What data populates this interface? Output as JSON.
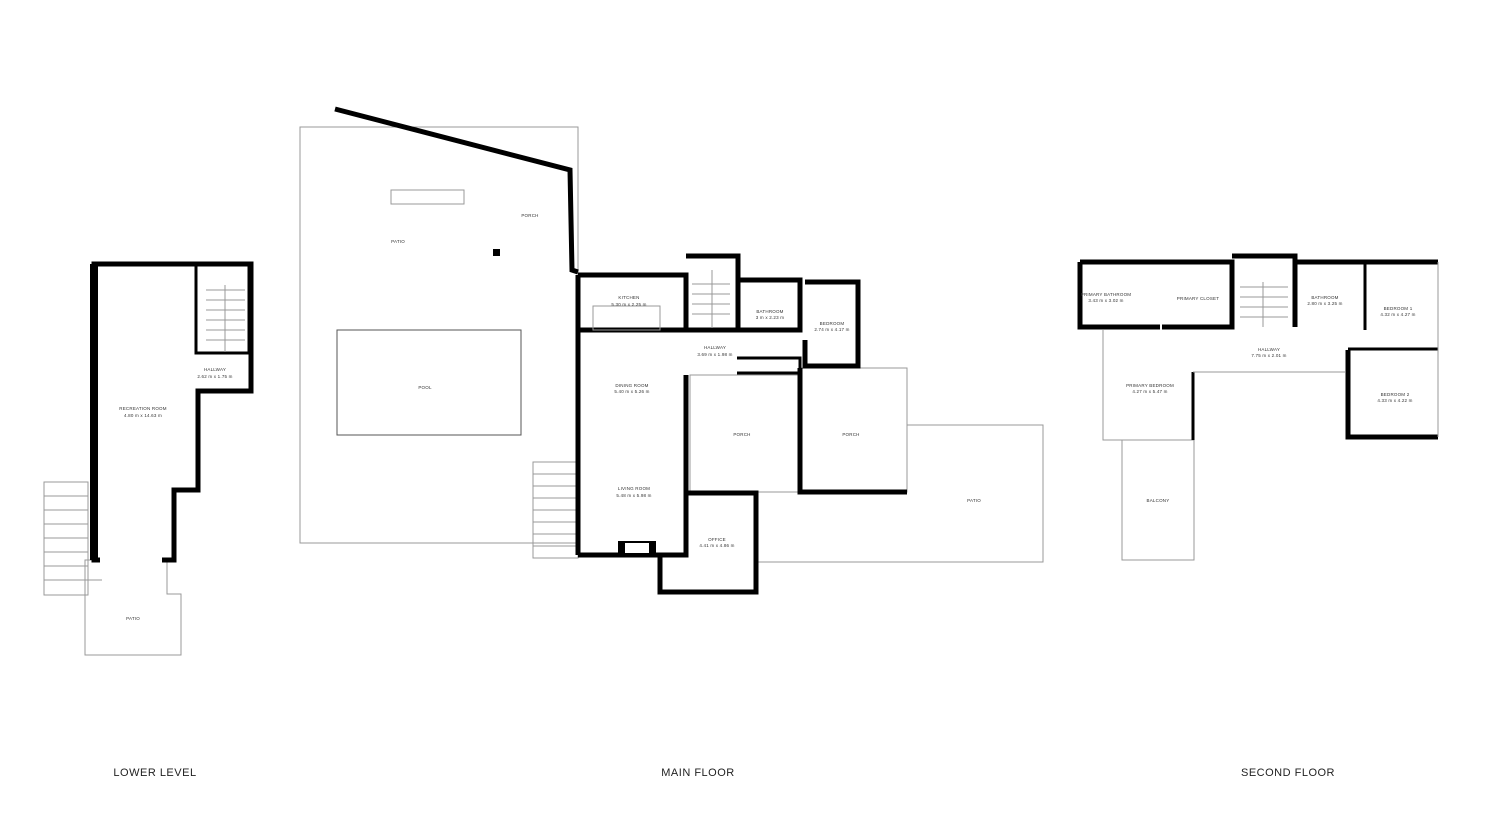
{
  "floors": [
    {
      "name": "LOWER LEVEL",
      "rooms": [
        {
          "label": "HALLWAY",
          "size": "2.62 m x 1.75 m"
        },
        {
          "label": "RECREATION ROOM",
          "size": "4.80 m x 14.63 m"
        },
        {
          "label": "PATIO",
          "size": ""
        }
      ]
    },
    {
      "name": "MAIN FLOOR",
      "rooms": [
        {
          "label": "PATIO",
          "size": ""
        },
        {
          "label": "PORCH",
          "size": ""
        },
        {
          "label": "POOL",
          "size": ""
        },
        {
          "label": "KITCHEN",
          "size": "5.30 m x 2.25 m"
        },
        {
          "label": "BATHROOM",
          "size": "3 m x 2.23 m"
        },
        {
          "label": "BEDROOM",
          "size": "2.74 m x 4.17 m"
        },
        {
          "label": "HALLWAY",
          "size": "3.69 m x 1.98 m"
        },
        {
          "label": "DINING ROOM",
          "size": "5.40 m x 5.26 m"
        },
        {
          "label": "PORCH",
          "size": ""
        },
        {
          "label": "PORCH",
          "size": ""
        },
        {
          "label": "LIVING ROOM",
          "size": "5.48 m x 5.98 m"
        },
        {
          "label": "OFFICE",
          "size": "4.41 m x 4.86 m"
        },
        {
          "label": "PATIO",
          "size": ""
        }
      ]
    },
    {
      "name": "SECOND FLOOR",
      "rooms": [
        {
          "label": "PRIMARY BATHROOM",
          "size": "3.43 m x 3.02 m"
        },
        {
          "label": "PRIMARY CLOSET",
          "size": ""
        },
        {
          "label": "BATHROOM",
          "size": "2.80 m x 3.25 m"
        },
        {
          "label": "BEDROOM 1",
          "size": "4.32 m x 4.27 m"
        },
        {
          "label": "HALLWAY",
          "size": "7.75 m x 2.01 m"
        },
        {
          "label": "PRIMARY BEDROOM",
          "size": "4.27 m x 5.47 m"
        },
        {
          "label": "BEDROOM 2",
          "size": "4.33 m x 4.22 m"
        },
        {
          "label": "BALCONY",
          "size": ""
        }
      ]
    }
  ]
}
